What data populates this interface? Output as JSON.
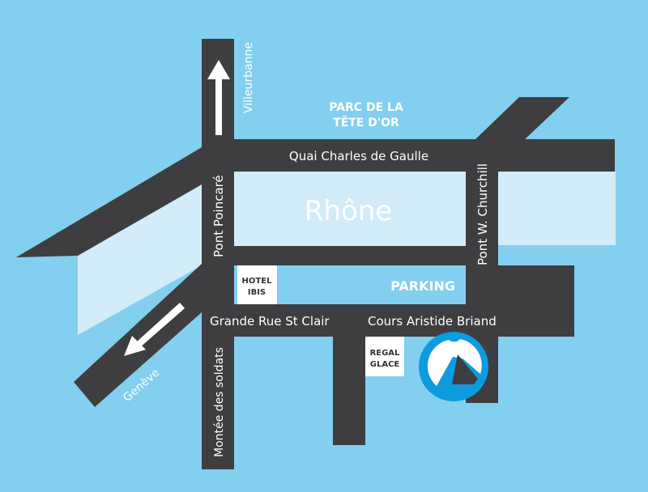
{
  "colors": {
    "background": "#82cfef",
    "road": "#3e3e40",
    "river": "#d3ecf9",
    "logo": "#0d9be0",
    "white": "#ffffff"
  },
  "labels": {
    "villeurbanne": "Villeurbanne",
    "parc_line1": "PARC DE LA",
    "parc_line2": "TÊTE D'OR",
    "quai": "Quai Charles de Gaulle",
    "rhone": "Rhône",
    "pont_poincare": "Pont Poincaré",
    "pont_churchill": "Pont W. Churchill",
    "hotel_line1": "HOTEL",
    "hotel_line2": "IBIS",
    "parking": "PARKING",
    "grande_rue": "Grande Rue St Clair",
    "cours": "Cours Aristide Briand",
    "regal_line1": "REGAL",
    "regal_line2": "GLACE",
    "geneve": "Genève",
    "montee": "Montée des soldats"
  },
  "icons": {
    "up_arrow": "arrow-up-icon",
    "sw_arrow": "arrow-southwest-icon",
    "logo": "destination-logo-icon"
  }
}
